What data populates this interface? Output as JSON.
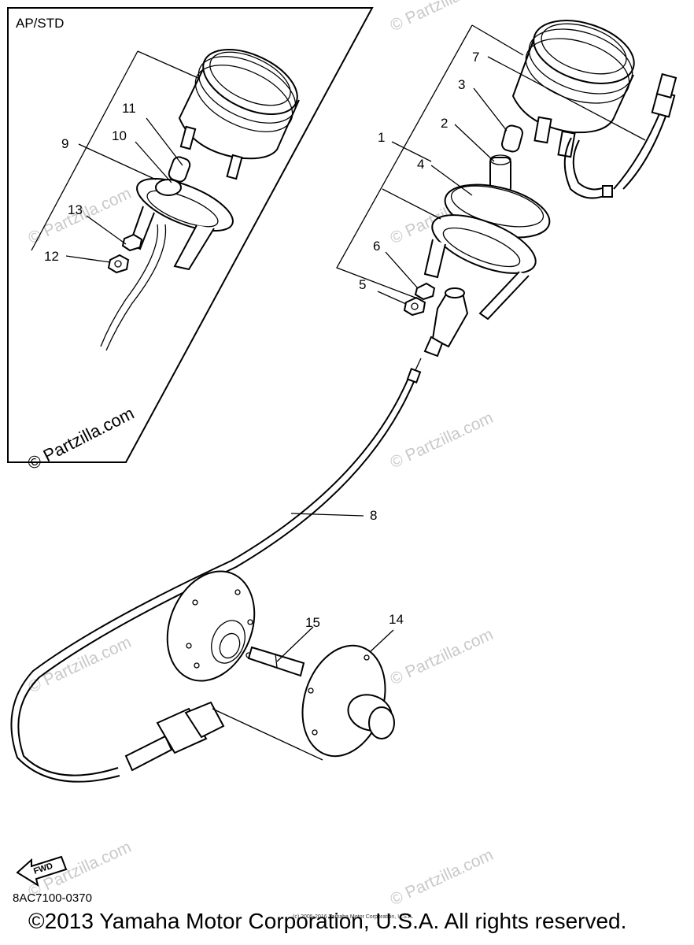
{
  "panel": {
    "variant_label": "AP/STD",
    "watermark": "© Partzilla.com"
  },
  "callouts": [
    "1",
    "2",
    "3",
    "4",
    "5",
    "6",
    "7",
    "8",
    "9",
    "10",
    "11",
    "12",
    "13",
    "14",
    "15"
  ],
  "watermarks": [
    "© Partzilla.com"
  ],
  "fwd_label": "FWD",
  "diagram_code": "8AC7100-0370",
  "small_copyright": "(c) 2005-2016 Yamaha Motor Corporation, U.S.A.",
  "copyright": "©2013 Yamaha Motor Corporation, U.S.A. All rights reserved."
}
